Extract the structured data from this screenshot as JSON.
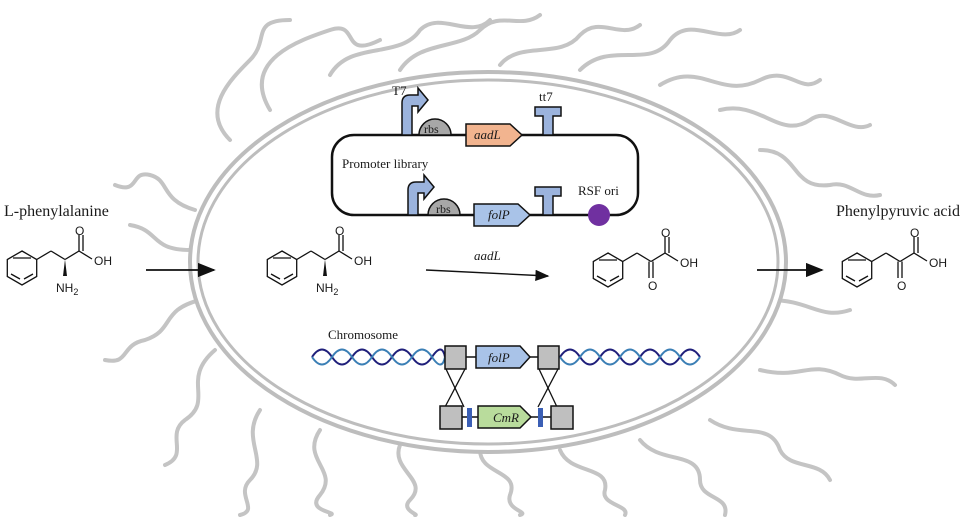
{
  "labels": {
    "substrate": "L-phenylalanine",
    "product": "Phenylpyruvic acid",
    "enzyme": "aadL",
    "promoter_library": "Promoter library",
    "chromosome": "Chromosome",
    "origin": "RSF ori"
  },
  "plasmid": {
    "promoter": "T7",
    "terminator": "tt7",
    "rbs": "rbs",
    "gene_top": "aadL",
    "gene_bottom": "folP"
  },
  "genes": {
    "chromosome_gene": "folP",
    "marker": "CmR"
  },
  "atoms": {
    "oh": "OH",
    "nh2_main": "NH",
    "nh2_sub": "2",
    "oxygen": "O"
  },
  "colors": {
    "membrane": "#bdbdbd",
    "pili": "#c4c4c4",
    "aadL_fill": "#f2b48f",
    "folP_fill": "#a9c3e8",
    "CmR_fill": "#b9dc9c",
    "promoter_fill": "#9bb3dd",
    "rbs_fill": "#a7a7a7",
    "origin_fill": "#7030a0",
    "box_fill": "#bfbfbf"
  }
}
